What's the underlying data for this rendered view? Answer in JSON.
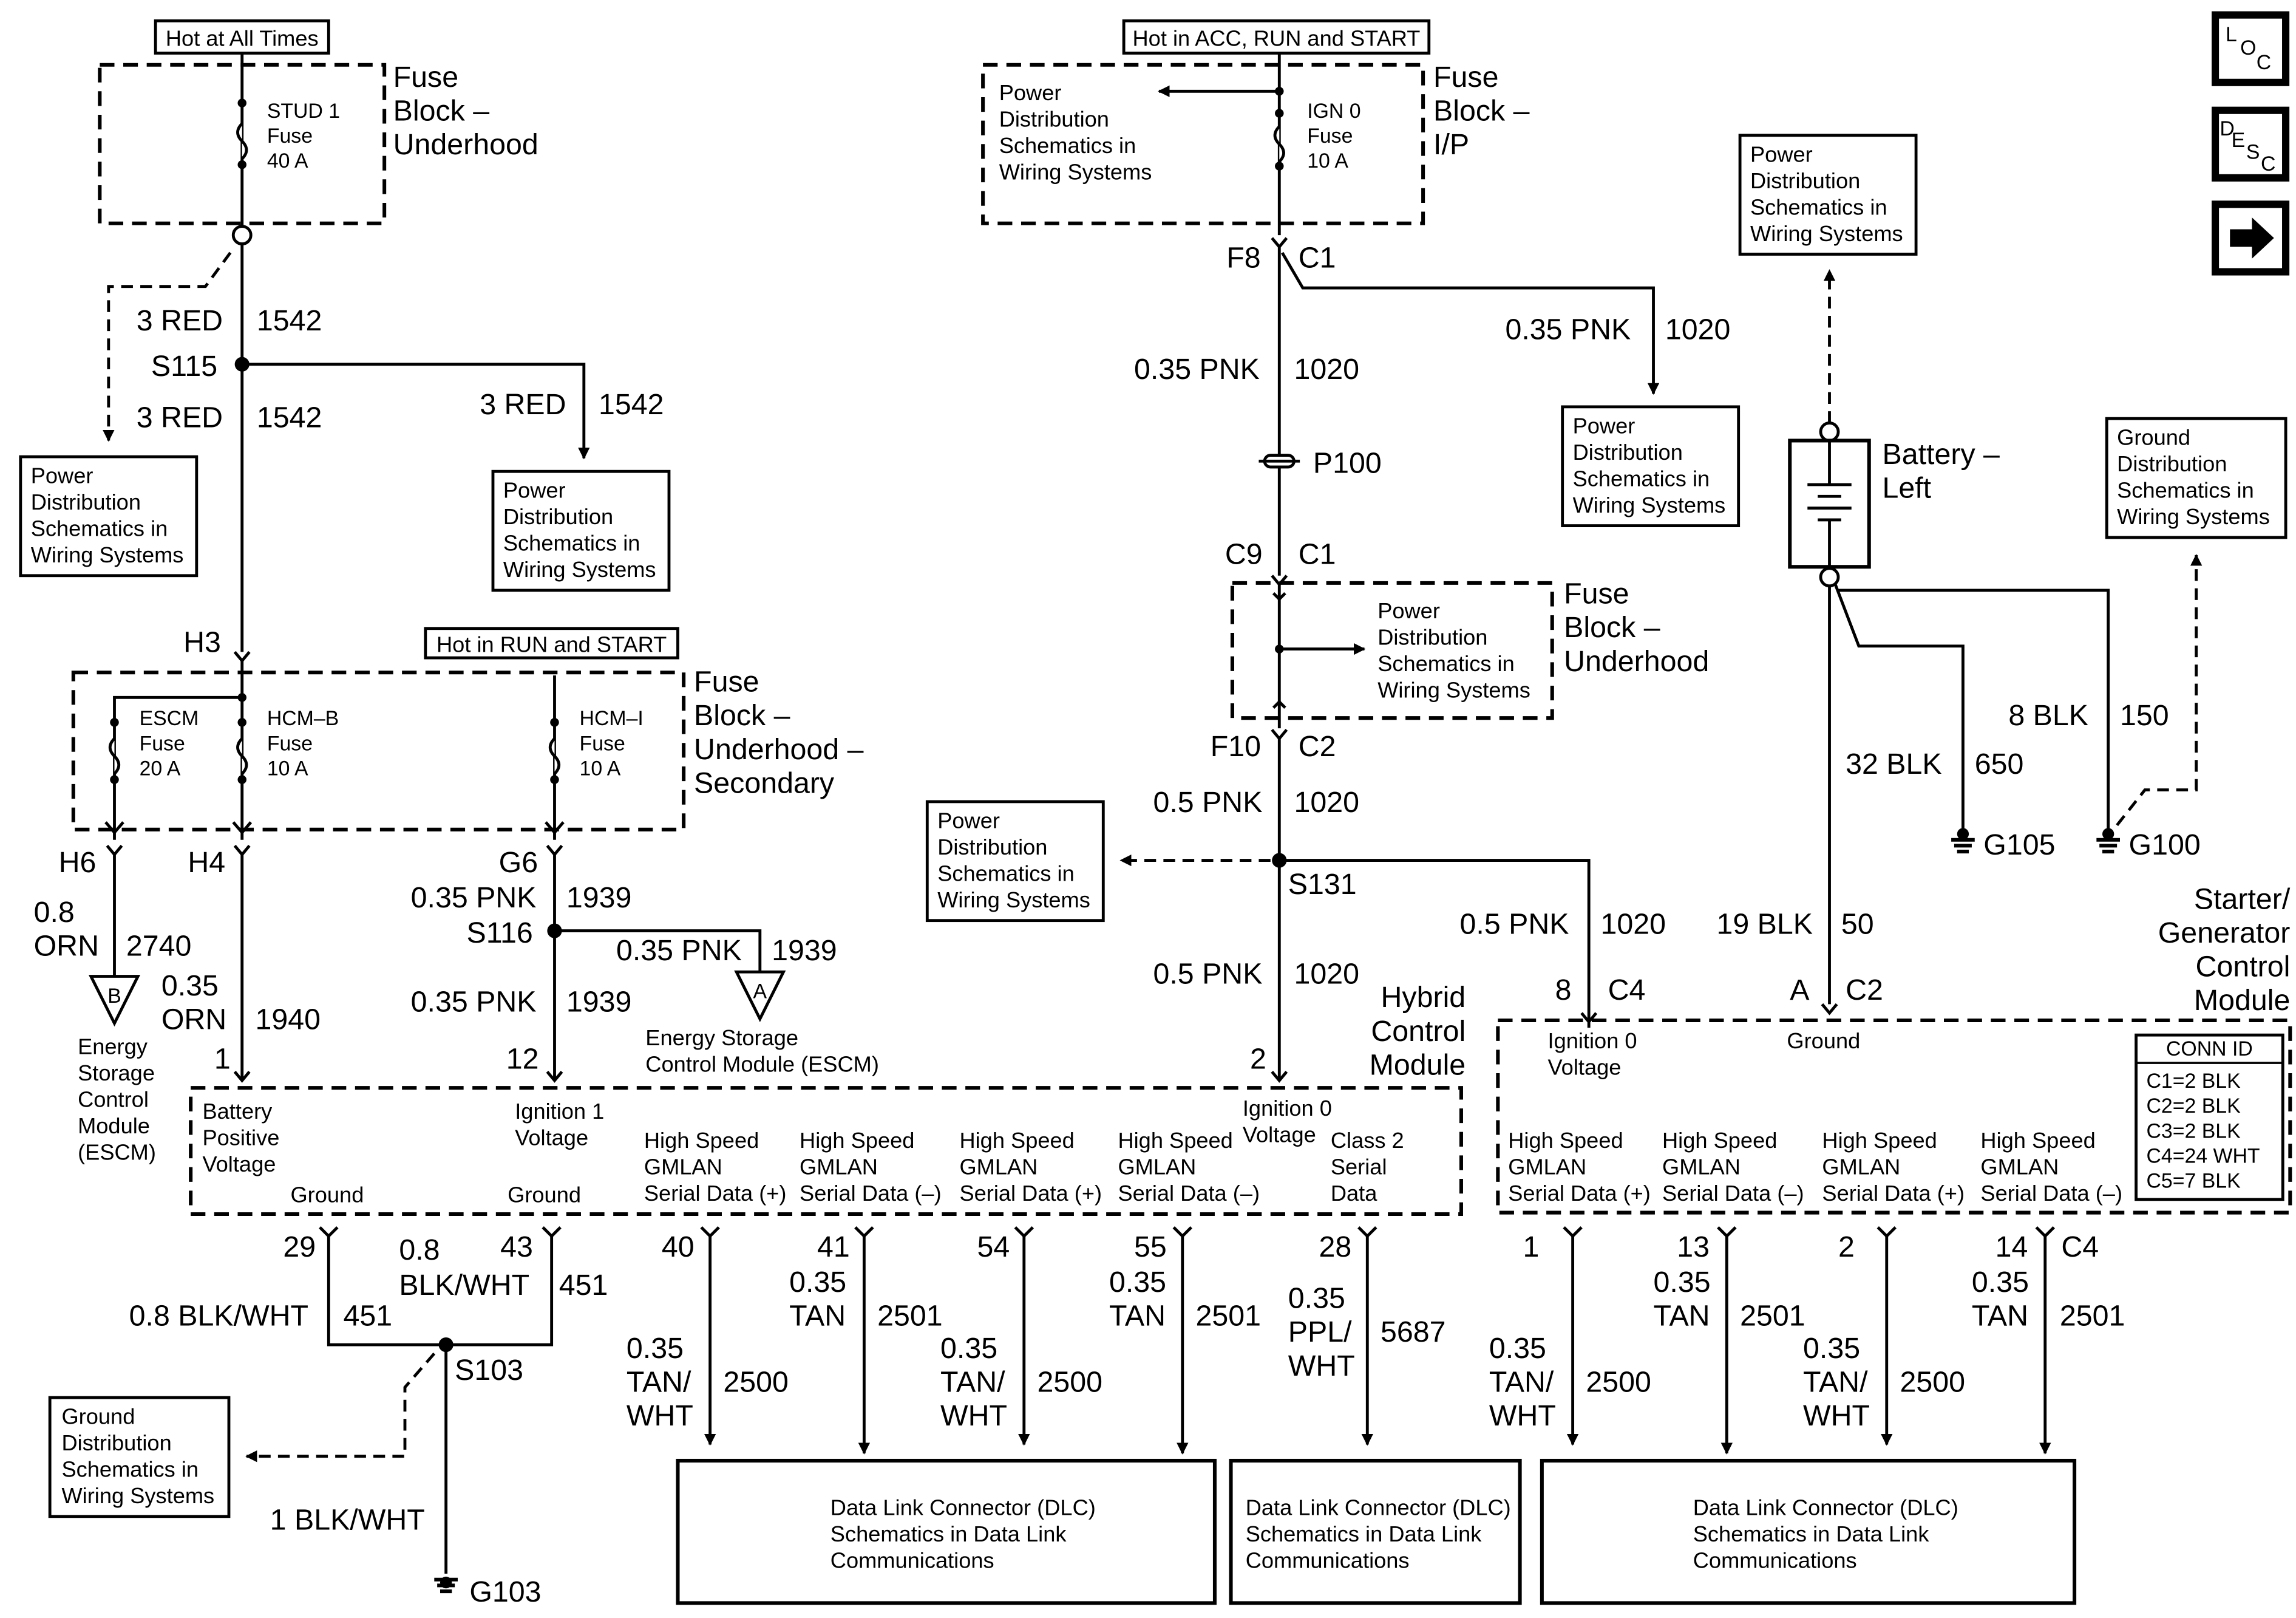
{
  "hot_labels": {
    "all_times": "Hot at All Times",
    "acc_run_start": "Hot in ACC, RUN and START",
    "run_start": "Hot in RUN and START"
  },
  "ref": {
    "pds": [
      "Power",
      "Distribution",
      "Schematics in",
      "Wiring Systems"
    ],
    "gds": [
      "Ground",
      "Distribution",
      "Schematics in",
      "Wiring Systems"
    ],
    "dlc": [
      "Data Link Connector (DLC)",
      "Schematics in Data Link",
      "Communications"
    ]
  },
  "fuse_blocks": {
    "underhood": [
      "Fuse",
      "Block –",
      "Underhood"
    ],
    "ip": [
      "Fuse",
      "Block –",
      "I/P"
    ],
    "secondary": [
      "Fuse",
      "Block –",
      "Underhood –",
      "Secondary"
    ],
    "underhood2": [
      "Fuse",
      "Block –",
      "Underhood"
    ]
  },
  "fuses": {
    "stud1": [
      "STUD 1",
      "Fuse",
      "40 A"
    ],
    "ign0": [
      "IGN 0",
      "Fuse",
      "10 A"
    ],
    "escm": [
      "ESCM",
      "Fuse",
      "20 A"
    ],
    "hcmb": [
      "HCM–B",
      "Fuse",
      "10 A"
    ],
    "hcmi": [
      "HCM–I",
      "Fuse",
      "10 A"
    ]
  },
  "wires": {
    "red3": "3 RED",
    "c1542": "1542",
    "pnk035": "0.35 PNK",
    "pnk05": "0.5 PNK",
    "c1020": "1020",
    "c1939": "1939",
    "orn08": [
      "0.8",
      "ORN"
    ],
    "c2740": "2740",
    "orn035": [
      "0.35",
      "ORN"
    ],
    "c1940": "1940",
    "blkwht08": "0.8 BLK/WHT",
    "blkwht08b": [
      "0.8",
      "BLK/WHT"
    ],
    "c451": "451",
    "blkwht1": "1 BLK/WHT",
    "tanwht": [
      "0.35",
      "TAN/",
      "WHT"
    ],
    "c2500": "2500",
    "tan": [
      "0.35",
      "TAN"
    ],
    "c2501": "2501",
    "pplwht": [
      "0.35",
      "PPL/",
      "WHT"
    ],
    "c5687": "5687",
    "blk32": "32 BLK",
    "c650": "650",
    "blk8": "8 BLK",
    "c150": "150",
    "blk19": "19 BLK",
    "c50": "50"
  },
  "connectors": {
    "f8": "F8",
    "c1": "C1",
    "c9": "C9",
    "f10": "F10",
    "c2": "C2",
    "h3": "H3",
    "h6": "H6",
    "h4": "H4",
    "g6": "G6",
    "c4": "C4",
    "a": "A",
    "p100": "P100",
    "s115": "S115",
    "s116": "S116",
    "s131": "S131",
    "s103": "S103"
  },
  "grounds": {
    "g103": "G103",
    "g105": "G105",
    "g100": "G100"
  },
  "battery": [
    "Battery –",
    "Left"
  ],
  "escm_module": [
    "Energy",
    "Storage",
    "Control",
    "Module",
    "(ESCM)"
  ],
  "escm_label": [
    "Energy Storage",
    "Control Module (ESCM)"
  ],
  "offpage": {
    "a": "A",
    "b": "B"
  },
  "hcm": {
    "title": [
      "Hybrid",
      "Control",
      "Module"
    ],
    "pins": {
      "p1": "1",
      "p12": "12",
      "p2": "2",
      "p29": "29",
      "p43": "43",
      "p40": "40",
      "p41": "41",
      "p54": "54",
      "p55": "55",
      "p28": "28"
    },
    "bat_pos": [
      "Battery",
      "Positive",
      "Voltage"
    ],
    "ign1": [
      "Ignition 1",
      "Voltage"
    ],
    "ign0": [
      "Ignition 0",
      "Voltage"
    ],
    "ground": "Ground",
    "gm_p": [
      "High Speed",
      "GMLAN",
      "Serial Data (+)"
    ],
    "gm_n": [
      "High Speed",
      "GMLAN",
      "Serial Data (–)"
    ],
    "class2": [
      "Class 2",
      "Serial",
      "Data"
    ]
  },
  "sgcm": {
    "title": [
      "Starter/",
      "Generator",
      "Control",
      "Module"
    ],
    "pins": {
      "p8": "8",
      "pa": "A",
      "p1": "1",
      "p13": "13",
      "p2": "2",
      "p14": "14"
    },
    "ign0": [
      "Ignition 0",
      "Voltage"
    ],
    "ground": "Ground",
    "conn_title": "CONN ID",
    "conn": [
      "C1=2 BLK",
      "C2=2 BLK",
      "C3=2 BLK",
      "C4=24 WHT",
      "C5=7 BLK"
    ]
  },
  "nav": {
    "loc": [
      "L",
      "O",
      "C"
    ],
    "desc": [
      "D",
      "E",
      "S",
      "C"
    ],
    "next_icon": "arrow-right-icon"
  }
}
